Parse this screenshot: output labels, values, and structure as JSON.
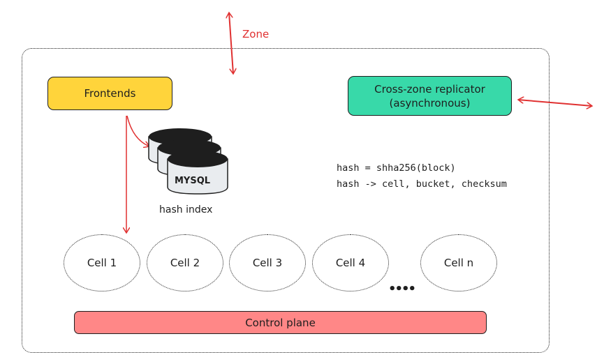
{
  "diagram": {
    "zone": {
      "label": "Zone"
    },
    "frontends": {
      "label": "Frontends",
      "color": "#ffd43b"
    },
    "replicator": {
      "line1": "Cross-zone replicator",
      "line2": "(asynchronous)",
      "color": "#38d9a9"
    },
    "database": {
      "label": "MYSQL",
      "caption": "hash index"
    },
    "notes": [
      "hash = shha256(block)",
      "hash -> cell, bucket, checksum"
    ],
    "cells": [
      "Cell 1",
      "Cell 2",
      "Cell 3",
      "Cell 4",
      "Cell n"
    ],
    "ellipsis": "••••",
    "control_plane": {
      "label": "Control plane",
      "color": "#ff8787"
    },
    "arrow_color": "#e03131"
  }
}
